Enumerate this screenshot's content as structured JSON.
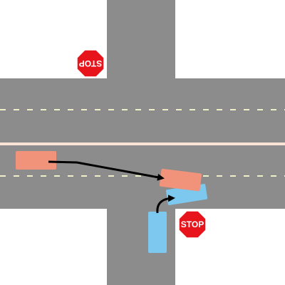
{
  "scene": {
    "colors": {
      "background": "#ffffff",
      "road": "#8c8c8c",
      "lane_dash": "#f0f0c8",
      "divider": "#fbe3d6",
      "car_red": "#f0937a",
      "car_blue": "#7cc8ee",
      "arrow": "#000000",
      "stop_sign": "#e8141c"
    },
    "stop_signs": [
      {
        "label": "STOP",
        "orientation": "upside-down"
      },
      {
        "label": "STOP",
        "orientation": "upright"
      }
    ],
    "vehicles": [
      {
        "name": "red-car-start",
        "color": "car_red"
      },
      {
        "name": "red-car-end",
        "color": "car_red"
      },
      {
        "name": "blue-car-start",
        "color": "car_blue"
      },
      {
        "name": "blue-car-end",
        "color": "car_blue"
      }
    ]
  }
}
